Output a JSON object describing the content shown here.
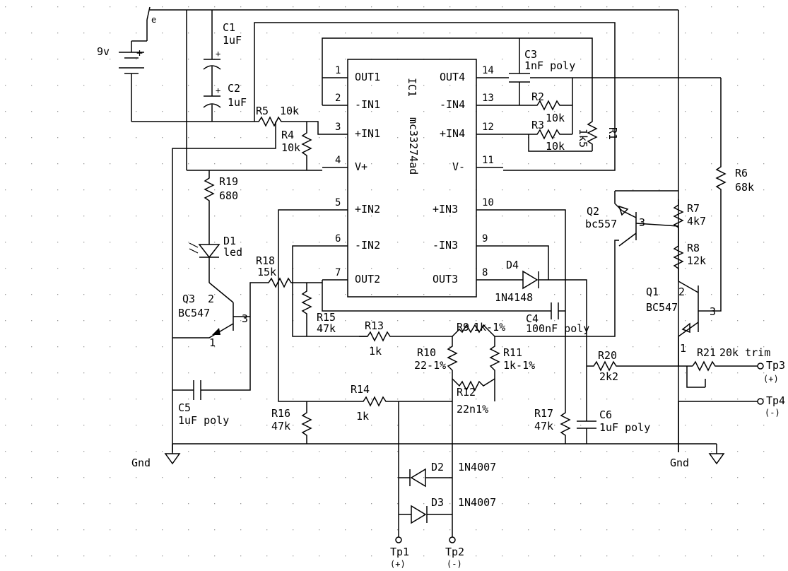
{
  "ic": {
    "ref": "IC1",
    "part": "mc33274ad",
    "pins_left": [
      {
        "num": "1",
        "name": "OUT1"
      },
      {
        "num": "2",
        "name": "-IN1"
      },
      {
        "num": "3",
        "name": "+IN1"
      },
      {
        "num": "4",
        "name": "V+"
      },
      {
        "num": "5",
        "name": "+IN2"
      },
      {
        "num": "6",
        "name": "-IN2"
      },
      {
        "num": "7",
        "name": "OUT2"
      }
    ],
    "pins_right": [
      {
        "num": "14",
        "name": "OUT4"
      },
      {
        "num": "13",
        "name": "-IN4"
      },
      {
        "num": "12",
        "name": "+IN4"
      },
      {
        "num": "11",
        "name": "V-"
      },
      {
        "num": "10",
        "name": "+IN3"
      },
      {
        "num": "9",
        "name": "-IN3"
      },
      {
        "num": "8",
        "name": "OUT3"
      }
    ]
  },
  "battery": {
    "label": "9v",
    "plus": "+"
  },
  "switch_label": "e",
  "components": {
    "c1": {
      "ref": "C1",
      "value": "1uF"
    },
    "c2": {
      "ref": "C2",
      "value": "1uF"
    },
    "c3": {
      "ref": "C3",
      "value": "1nF poly"
    },
    "c4": {
      "ref": "C4",
      "value": "100nF poly"
    },
    "c5": {
      "ref": "C5",
      "value": "1uF poly"
    },
    "c6": {
      "ref": "C6",
      "value": "1uF poly"
    },
    "r1": {
      "ref": "R1",
      "value": "1k5"
    },
    "r2": {
      "ref": "R2",
      "value": "10k"
    },
    "r3": {
      "ref": "R3",
      "value": "10k"
    },
    "r4": {
      "ref": "R4",
      "value": "10k"
    },
    "r5": {
      "ref": "R5",
      "value": "10k"
    },
    "r6": {
      "ref": "R6",
      "value": "68k"
    },
    "r7": {
      "ref": "R7",
      "value": "4k7"
    },
    "r8": {
      "ref": "R8",
      "value": "12k"
    },
    "r9": {
      "ref": "R9",
      "value": "1k-1%"
    },
    "r10": {
      "ref": "R10",
      "value": "22-1%"
    },
    "r11": {
      "ref": "R11",
      "value": "1k-1%"
    },
    "r12": {
      "ref": "R12",
      "value": "22n1%"
    },
    "r13": {
      "ref": "R13",
      "value": "1k"
    },
    "r14": {
      "ref": "R14",
      "value": "1k"
    },
    "r15": {
      "ref": "R15",
      "value": "47k"
    },
    "r16": {
      "ref": "R16",
      "value": "47k"
    },
    "r17": {
      "ref": "R17",
      "value": "47k"
    },
    "r18": {
      "ref": "R18",
      "value": "15k"
    },
    "r19": {
      "ref": "R19",
      "value": "680"
    },
    "r20": {
      "ref": "R20",
      "value": "2k2"
    },
    "r21": {
      "ref": "R21",
      "value": "20k trim"
    },
    "d1": {
      "ref": "D1",
      "value": "led"
    },
    "d2": {
      "ref": "D2",
      "value": "1N4007"
    },
    "d3": {
      "ref": "D3",
      "value": "1N4007"
    },
    "d4": {
      "ref": "D4",
      "value": "1N4148"
    },
    "q1": {
      "ref": "Q1",
      "value": "BC547"
    },
    "q2": {
      "ref": "Q2",
      "value": "bc557"
    },
    "q3": {
      "ref": "Q3",
      "value": "BC547"
    }
  },
  "pin_numbers": {
    "one": "1",
    "two": "2",
    "three": "3"
  },
  "ground": {
    "left": "Gnd",
    "right": "Gnd"
  },
  "testpoints": {
    "tp1": {
      "ref": "Tp1",
      "pol": "(+)"
    },
    "tp2": {
      "ref": "Tp2",
      "pol": "(-)"
    },
    "tp3": {
      "ref": "Tp3",
      "pol": "(+)"
    },
    "tp4": {
      "ref": "Tp4",
      "pol": "(-)"
    }
  }
}
